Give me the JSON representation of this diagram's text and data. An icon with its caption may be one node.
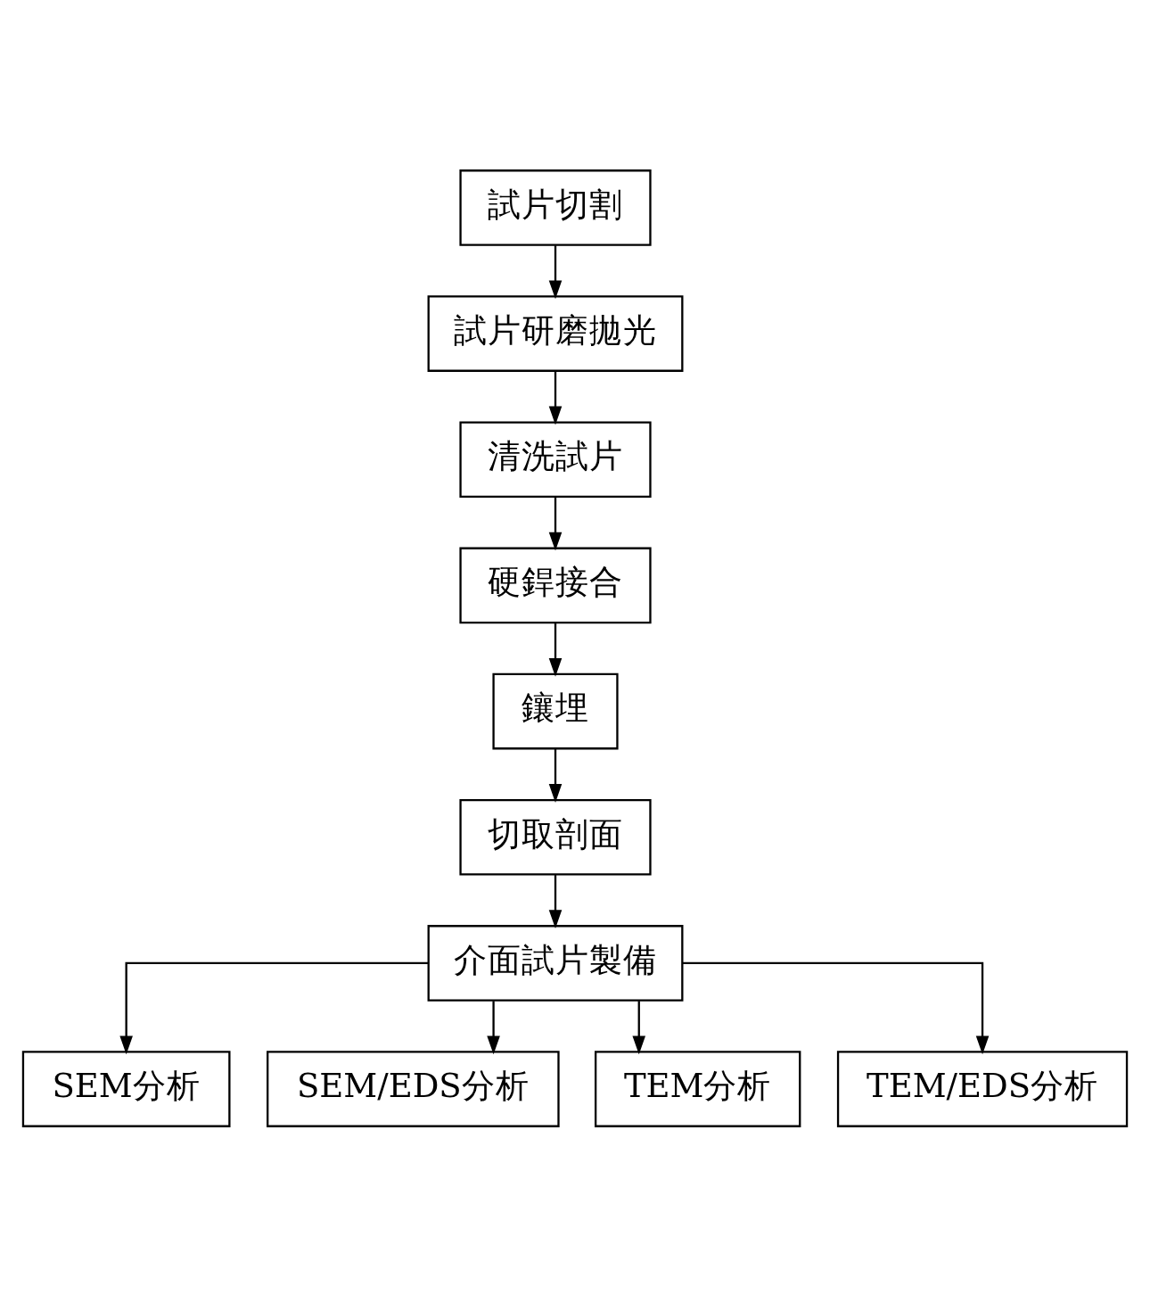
{
  "diagram": {
    "nodes": [
      {
        "text": [
          "試片切割"
        ]
      },
      {
        "text": [
          "試片研磨拋光"
        ]
      },
      {
        "text": [
          "清洗試片"
        ]
      },
      {
        "text": [
          "硬銲接合"
        ]
      },
      {
        "text": [
          "鑲埋"
        ]
      },
      {
        "text": [
          "切取剖面"
        ]
      },
      {
        "text": [
          "介面試片製備"
        ]
      },
      {
        "text": [
          "SEM分析"
        ]
      },
      {
        "text": [
          "SEM/EDS分析"
        ]
      },
      {
        "text": [
          "TEM分析"
        ]
      },
      {
        "text": [
          "TEM/EDS分析"
        ]
      }
    ],
    "edges": [
      {
        "from": 0,
        "to": 1,
        "arrow": "to"
      },
      {
        "from": 1,
        "to": 2,
        "arrow": "to"
      },
      {
        "from": 2,
        "to": 3,
        "arrow": "to"
      },
      {
        "from": 3,
        "to": 4,
        "arrow": "to"
      },
      {
        "from": 4,
        "to": 5,
        "arrow": "to"
      },
      {
        "from": 5,
        "to": 6,
        "arrow": "to"
      },
      {
        "from": 6,
        "to": 7,
        "arrow": "to"
      },
      {
        "from": 6,
        "to": 8,
        "arrow": "to"
      },
      {
        "from": 6,
        "to": 9,
        "arrow": "to"
      },
      {
        "from": 6,
        "to": 10,
        "arrow": "to"
      }
    ]
  }
}
